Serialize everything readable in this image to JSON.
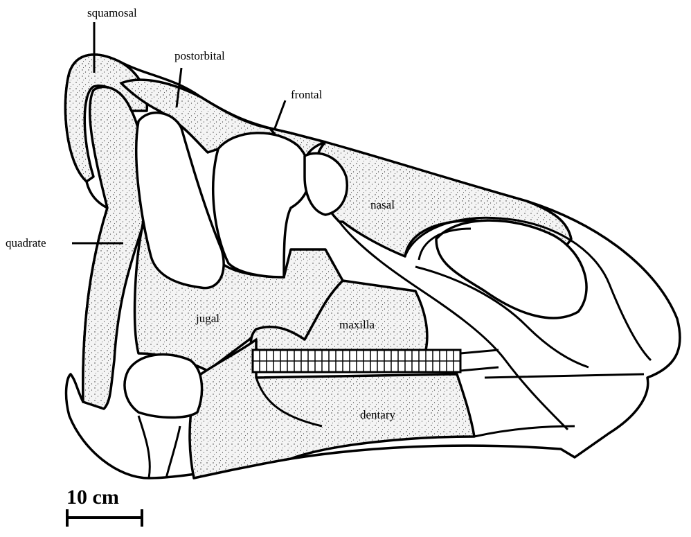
{
  "figure": {
    "labels": {
      "squamosal": "squamosal",
      "postorbital": "postorbital",
      "frontal": "frontal",
      "nasal": "nasal",
      "quadrate": "quadrate",
      "jugal": "jugal",
      "maxilla": "maxilla",
      "dentary": "dentary"
    },
    "scale_bar": {
      "label": "10 cm"
    }
  }
}
